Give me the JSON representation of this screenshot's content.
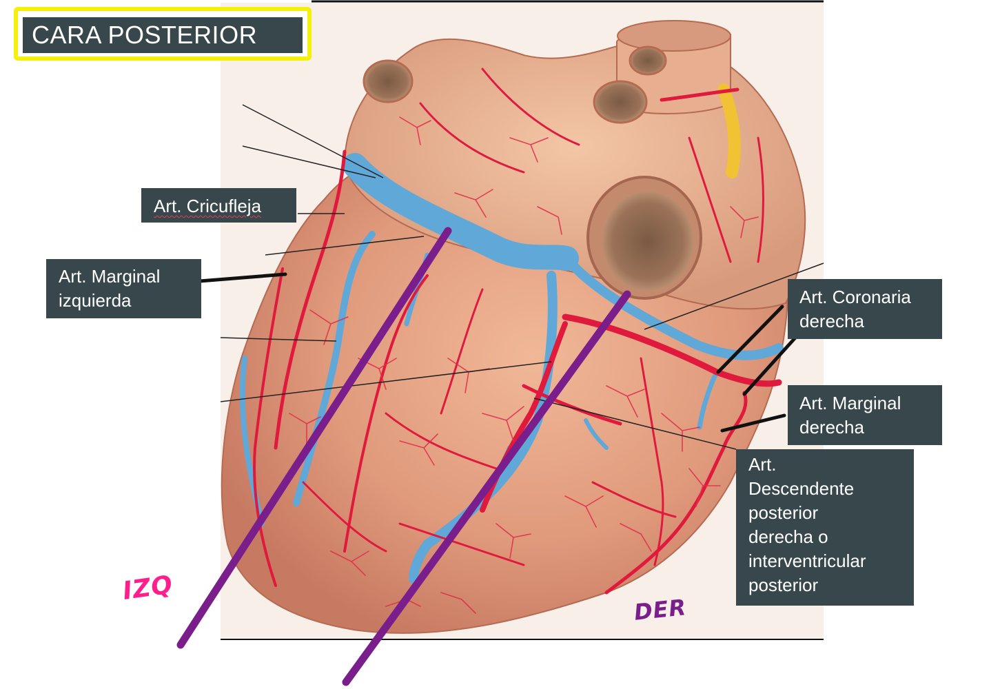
{
  "title": "CARA POSTERIOR",
  "labels": {
    "circumflex": "Art. Cricufleja",
    "left_marginal": [
      "Art. Marginal",
      "izquierda"
    ],
    "right_coronary": [
      "Art. Coronaria",
      "derecha"
    ],
    "right_marginal": [
      "Art. Marginal",
      "derecha"
    ],
    "posterior_descending": [
      "Art.",
      "Descendente",
      "posterior",
      "derecha o",
      "interventricular",
      "posterior"
    ]
  },
  "annotations": {
    "left": "IZQ",
    "right": "DER"
  },
  "colors": {
    "label_bg": "#37474b",
    "title_border": "#f5f00a",
    "artery": "#e01a3c",
    "vein": "#5fa8d8",
    "myocardium": "#e6a88a",
    "annotation_left": "#ff1e8c",
    "annotation_right": "#7a1e8c",
    "marker_lines": "#7a1e8c"
  }
}
